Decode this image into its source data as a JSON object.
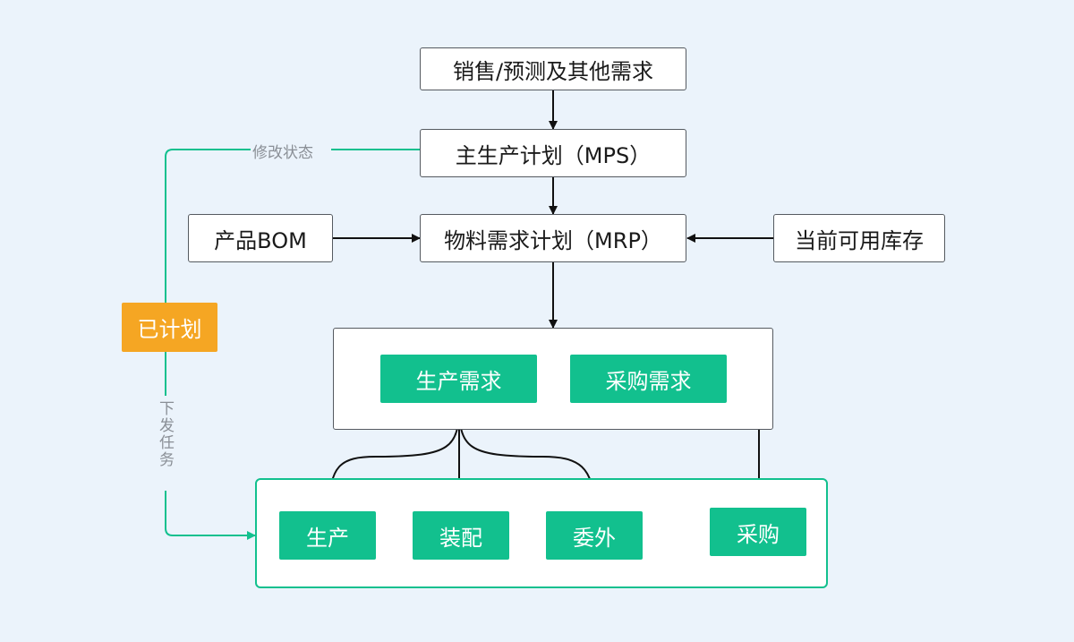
{
  "nodes": {
    "sales": "销售/预测及其他需求",
    "mps": "主生产计划（MPS）",
    "bom": "产品BOM",
    "mrp": "物料需求计划（MRP）",
    "inventory": "当前可用库存",
    "planned": "已计划",
    "production_demand": "生产需求",
    "purchase_demand": "采购需求",
    "production": "生产",
    "assembly": "装配",
    "outsource": "委外",
    "purchase": "采购"
  },
  "edge_labels": {
    "modify_status": "修改状态",
    "issue_task": "下发任务"
  },
  "colors": {
    "background": "#ebf3fb",
    "green": "#12c08e",
    "orange": "#f5a623",
    "border": "#555a60",
    "label": "#8a8f96"
  }
}
